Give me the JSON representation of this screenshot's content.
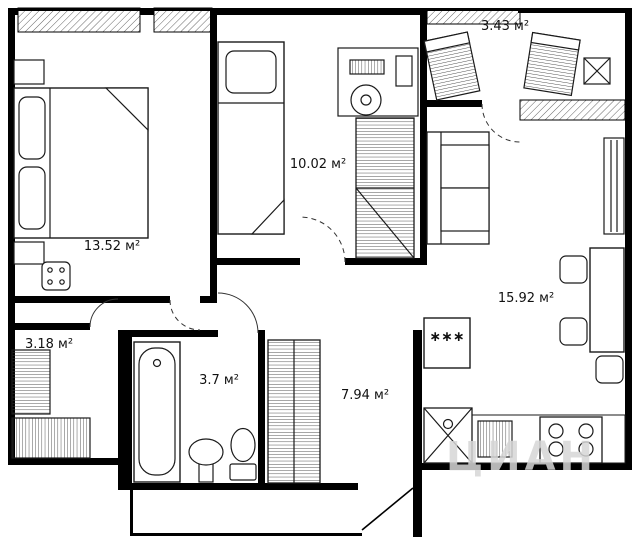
{
  "plan": {
    "background_color": "#ffffff",
    "wall_color": "#000000",
    "rooms": [
      {
        "name": "bedroom",
        "area_label": "13.52 м²",
        "furniture": [
          "double-bed",
          "nightstand",
          "bench",
          "stool"
        ]
      },
      {
        "name": "children-room",
        "area_label": "10.02 м²",
        "furniture": [
          "single-bed",
          "desk",
          "office-chair",
          "monitor",
          "keyboard",
          "wardrobe"
        ]
      },
      {
        "name": "balcony",
        "area_label": "3.43 м²",
        "furniture": [
          "lounge-chair",
          "lounge-chair",
          "side-table"
        ]
      },
      {
        "name": "kitchen-living-room",
        "area_label": "15.92 м²",
        "furniture": [
          "sofa",
          "radiator",
          "dining-table",
          "chair",
          "chair",
          "chair",
          "fridge",
          "kitchen-counter",
          "sink",
          "stove"
        ]
      },
      {
        "name": "storage-room",
        "area_label": "3.18 м²",
        "furniture": [
          "shelving",
          "shelving"
        ]
      },
      {
        "name": "bathroom",
        "area_label": "3.7 м²",
        "furniture": [
          "bathtub",
          "wash-basin",
          "toilet"
        ]
      },
      {
        "name": "hallway",
        "area_label": "7.94 м²",
        "furniture": [
          "wardrobe"
        ]
      }
    ],
    "icons": {
      "fridge_glyph": "∗∗∗"
    },
    "watermark": {
      "text": "ЦИАН",
      "color": "#d6d6d6"
    }
  }
}
